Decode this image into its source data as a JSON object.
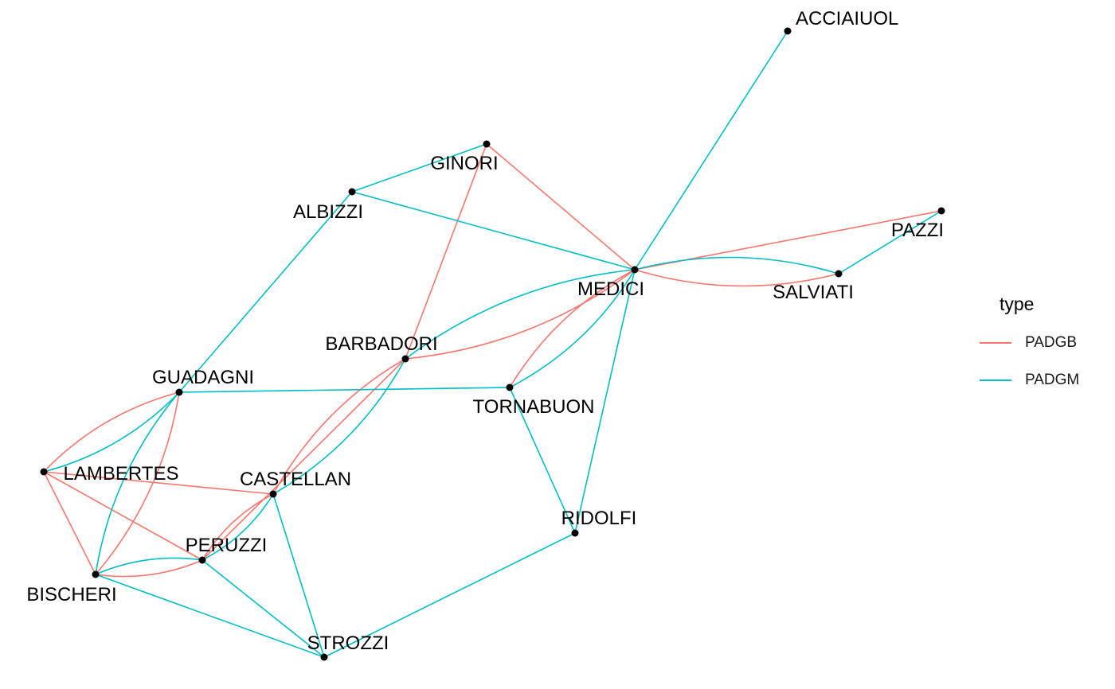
{
  "legend": {
    "title": "type",
    "items": [
      {
        "label": "PADGB",
        "color": "#F8766D"
      },
      {
        "label": "PADGM",
        "color": "#00BFC4"
      }
    ]
  },
  "nodes": [
    {
      "id": "ACCIAIUOL",
      "label": "ACCIAIUOL"
    },
    {
      "id": "ALBIZZI",
      "label": "ALBIZZI"
    },
    {
      "id": "BARBADORI",
      "label": "BARBADORI"
    },
    {
      "id": "BISCHERI",
      "label": "BISCHERI"
    },
    {
      "id": "CASTELLAN",
      "label": "CASTELLAN"
    },
    {
      "id": "GINORI",
      "label": "GINORI"
    },
    {
      "id": "GUADAGNI",
      "label": "GUADAGNI"
    },
    {
      "id": "LAMBERTES",
      "label": "LAMBERTES"
    },
    {
      "id": "MEDICI",
      "label": "MEDICI"
    },
    {
      "id": "PAZZI",
      "label": "PAZZI"
    },
    {
      "id": "PERUZZI",
      "label": "PERUZZI"
    },
    {
      "id": "RIDOLFI",
      "label": "RIDOLFI"
    },
    {
      "id": "SALVIATI",
      "label": "SALVIATI"
    },
    {
      "id": "STROZZI",
      "label": "STROZZI"
    },
    {
      "id": "TORNABUON",
      "label": "TORNABUON"
    }
  ],
  "edges": [
    {
      "from": "GINORI",
      "to": "MEDICI",
      "type": "PADGB"
    },
    {
      "from": "GINORI",
      "to": "BARBADORI",
      "type": "PADGB"
    },
    {
      "from": "MEDICI",
      "to": "PAZZI",
      "type": "PADGB"
    },
    {
      "from": "MEDICI",
      "to": "SALVIATI",
      "type": "PADGB"
    },
    {
      "from": "MEDICI",
      "to": "BARBADORI",
      "type": "PADGB"
    },
    {
      "from": "MEDICI",
      "to": "TORNABUON",
      "type": "PADGB"
    },
    {
      "from": "BARBADORI",
      "to": "CASTELLAN",
      "type": "PADGB"
    },
    {
      "from": "BARBADORI",
      "to": "PERUZZI",
      "type": "PADGB"
    },
    {
      "from": "CASTELLAN",
      "to": "PERUZZI",
      "type": "PADGB"
    },
    {
      "from": "CASTELLAN",
      "to": "LAMBERTES",
      "type": "PADGB"
    },
    {
      "from": "LAMBERTES",
      "to": "GUADAGNI",
      "type": "PADGB"
    },
    {
      "from": "LAMBERTES",
      "to": "PERUZZI",
      "type": "PADGB"
    },
    {
      "from": "LAMBERTES",
      "to": "BISCHERI",
      "type": "PADGB"
    },
    {
      "from": "GUADAGNI",
      "to": "BISCHERI",
      "type": "PADGB"
    },
    {
      "from": "BISCHERI",
      "to": "PERUZZI",
      "type": "PADGB"
    },
    {
      "from": "ACCIAIUOL",
      "to": "MEDICI",
      "type": "PADGM"
    },
    {
      "from": "GINORI",
      "to": "ALBIZZI",
      "type": "PADGM"
    },
    {
      "from": "ALBIZZI",
      "to": "MEDICI",
      "type": "PADGM"
    },
    {
      "from": "ALBIZZI",
      "to": "GUADAGNI",
      "type": "PADGM"
    },
    {
      "from": "MEDICI",
      "to": "SALVIATI",
      "type": "PADGM"
    },
    {
      "from": "SALVIATI",
      "to": "PAZZI",
      "type": "PADGM"
    },
    {
      "from": "MEDICI",
      "to": "BARBADORI",
      "type": "PADGM"
    },
    {
      "from": "MEDICI",
      "to": "TORNABUON",
      "type": "PADGM"
    },
    {
      "from": "MEDICI",
      "to": "RIDOLFI",
      "type": "PADGM"
    },
    {
      "from": "GUADAGNI",
      "to": "TORNABUON",
      "type": "PADGM"
    },
    {
      "from": "TORNABUON",
      "to": "RIDOLFI",
      "type": "PADGM"
    },
    {
      "from": "RIDOLFI",
      "to": "STROZZI",
      "type": "PADGM"
    },
    {
      "from": "BARBADORI",
      "to": "CASTELLAN",
      "type": "PADGM"
    },
    {
      "from": "CASTELLAN",
      "to": "PERUZZI",
      "type": "PADGM"
    },
    {
      "from": "CASTELLAN",
      "to": "STROZZI",
      "type": "PADGM"
    },
    {
      "from": "GUADAGNI",
      "to": "LAMBERTES",
      "type": "PADGM"
    },
    {
      "from": "GUADAGNI",
      "to": "BISCHERI",
      "type": "PADGM"
    },
    {
      "from": "BISCHERI",
      "to": "PERUZZI",
      "type": "PADGM"
    },
    {
      "from": "BISCHERI",
      "to": "STROZZI",
      "type": "PADGM"
    },
    {
      "from": "PERUZZI",
      "to": "STROZZI",
      "type": "PADGM"
    }
  ]
}
